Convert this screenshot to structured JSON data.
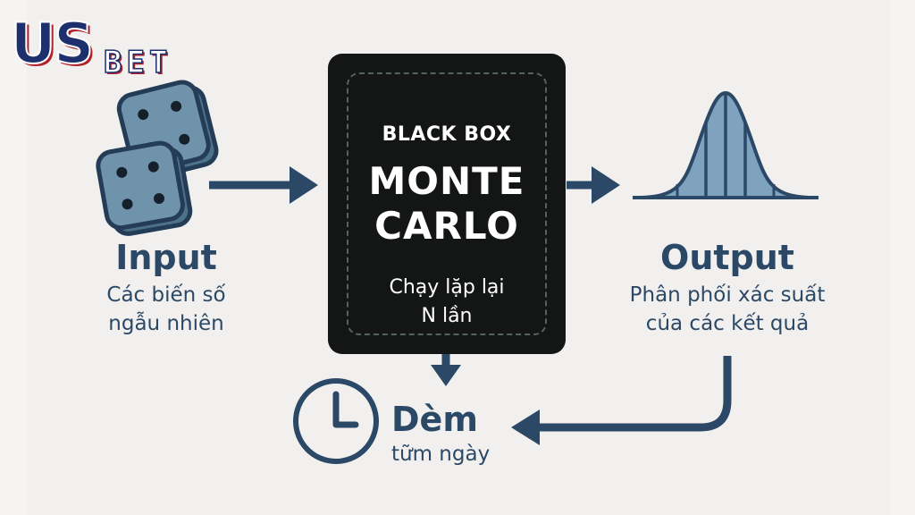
{
  "logo": {
    "us": "US",
    "bet": "BET"
  },
  "black_box": {
    "label": "BLACK BOX",
    "title_line1": "MONTE",
    "title_line2": "CARLO",
    "note_line1": "Chạy lặp lại",
    "note_line2": "N lần"
  },
  "input": {
    "title": "Input",
    "caption_line1": "Các biến số",
    "caption_line2": "ngẫu nhiên",
    "icon": "dice-icon"
  },
  "output": {
    "title": "Output",
    "caption_line1": "Phân phối xác suất",
    "caption_line2": "của các kết quả",
    "icon": "bell-curve-icon"
  },
  "time": {
    "title": "Dèm",
    "caption": "tữm ngày",
    "icon": "clock-icon"
  },
  "colors": {
    "background": "#f1f0ee",
    "navy": "#2b4966",
    "box": "#141616",
    "dice": "#6a8fa8",
    "curve_fill": "#7fa3bf"
  }
}
